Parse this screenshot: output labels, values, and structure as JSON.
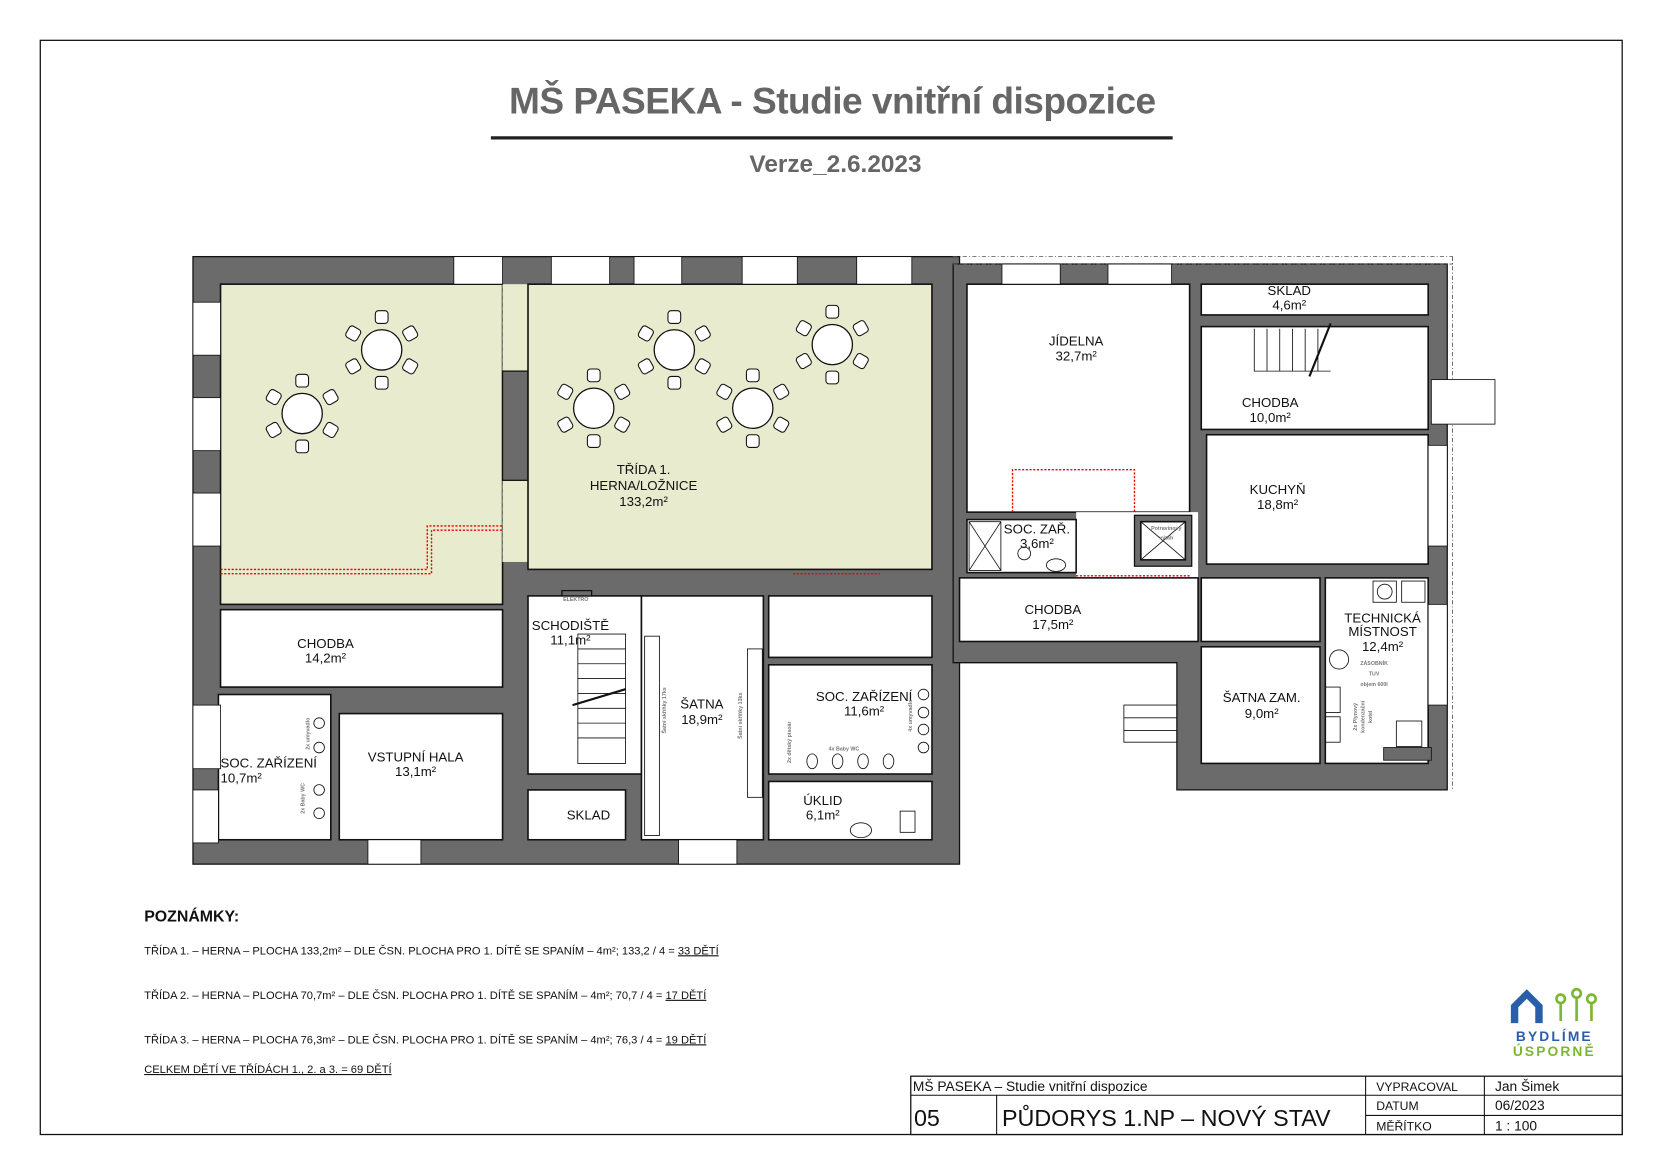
{
  "header": {
    "title": "MŠ PASEKA  - Studie vnitřní dispozice",
    "version": "Verze_2.6.2023"
  },
  "rooms": {
    "trida1": {
      "name": "TŘÍDA 1.",
      "sub": "HERNA/LOŽNICE",
      "area": "133,2m²"
    },
    "jidelna": {
      "name": "JÍDELNA",
      "area": "32,7m²"
    },
    "sklad_top": {
      "name": "SKLAD",
      "area": "4,6m²"
    },
    "chodba_10": {
      "name": "CHODBA",
      "area": "10,0m²"
    },
    "kuchyn": {
      "name": "KUCHYŇ",
      "area": "18,8m²"
    },
    "soc_zar_36": {
      "name": "SOC. ZAŘ.",
      "area": "3,6m²"
    },
    "potravinovy_vytah": {
      "line1": "Potravinový",
      "line2": "výtah"
    },
    "chodba_175": {
      "name": "CHODBA",
      "area": "17,5m²"
    },
    "technicka": {
      "name1": "TECHNICKÁ",
      "name2": "MÍSTNOST",
      "area": "12,4m²",
      "tank1": "ZÁSOBNÍK",
      "tank2": "TUV",
      "tank3": "objem 600l",
      "boiler1": "2x Plynový",
      "boiler2": "kondenzační",
      "boiler3": "kotel"
    },
    "satna_zam": {
      "name": "ŠATNA ZAM.",
      "area": "9,0m²"
    },
    "chodba_142": {
      "name": "CHODBA",
      "area": "14,2m²"
    },
    "soc_zar_107": {
      "name": "SOC. ZAŘÍZENÍ",
      "area": "10,7m²",
      "note1": "2x umyvadlo",
      "note2": "2x Baby WC"
    },
    "vstupni_hala": {
      "name": "VSTUPNÍ HALA",
      "area": "13,1m²"
    },
    "schodiste": {
      "name": "SCHODIŠTĚ",
      "area": "11,1m²",
      "elektro": "ELEKTRO"
    },
    "sklad_bottom": {
      "name": "SKLAD"
    },
    "satna": {
      "name": "ŠATNA",
      "area": "18,9m²",
      "lockers1": "Šatní skříňky 17ks",
      "lockers2": "Šatní skříňky 13ks"
    },
    "soc_zar_116": {
      "name": "SOC. ZAŘÍZENÍ",
      "area": "11,6m²",
      "note1": "2x dětský pisoár",
      "note2": "4x Baby WC",
      "note3": "4x umyvadlo"
    },
    "uklid": {
      "name": "ÚKLID",
      "area": "6,1m²"
    }
  },
  "notes": {
    "heading": "POZNÁMKY:",
    "lines": [
      {
        "text": "TŘÍDA 1.   – HERNA – PLOCHA 133,2m² – DLE ČSN. PLOCHA PRO 1. DÍTĚ SE SPANÍM – 4m²;    133,2 / 4 = ",
        "result": "33 DĚTÍ"
      },
      {
        "text": "TŘÍDA 2.   – HERNA – PLOCHA 70,7m² – DLE ČSN. PLOCHA PRO 1. DÍTĚ SE SPANÍM – 4m²;    70,7 / 4 = ",
        "result": "17 DĚTÍ"
      },
      {
        "text": "TŘÍDA 3.   – HERNA – PLOCHA 76,3m² – DLE ČSN. PLOCHA PRO 1. DÍTĚ SE SPANÍM – 4m²;    76,3 / 4 = ",
        "result": "19 DĚTÍ"
      }
    ],
    "total": "CELKEM DĚTÍ VE TŘÍDÁCH 1., 2. a 3. = 69 DĚTÍ"
  },
  "title_block": {
    "project": "MŠ PASEKA  –  Studie  vnitřní  dispozice",
    "sheet_no": "05",
    "sheet_title": "PŮDORYS  1.NP  –  NOVÝ  STAV",
    "drawn_by_label": "VYPRACOVAL",
    "drawn_by": "Jan  Šimek",
    "date_label": "DATUM",
    "date": "06/2023",
    "scale_label": "MĚŘÍTKO",
    "scale": "1  :  100"
  },
  "logo": {
    "line1": "BYDLÍME",
    "line2": "ÚSPORNĚ",
    "blue": "#2a5ea8",
    "green": "#7cb82f"
  },
  "colors": {
    "wall": "#6b6b6b",
    "classroom": "#e8ebcd",
    "title": "#666666",
    "demolition": "#ee0000"
  }
}
